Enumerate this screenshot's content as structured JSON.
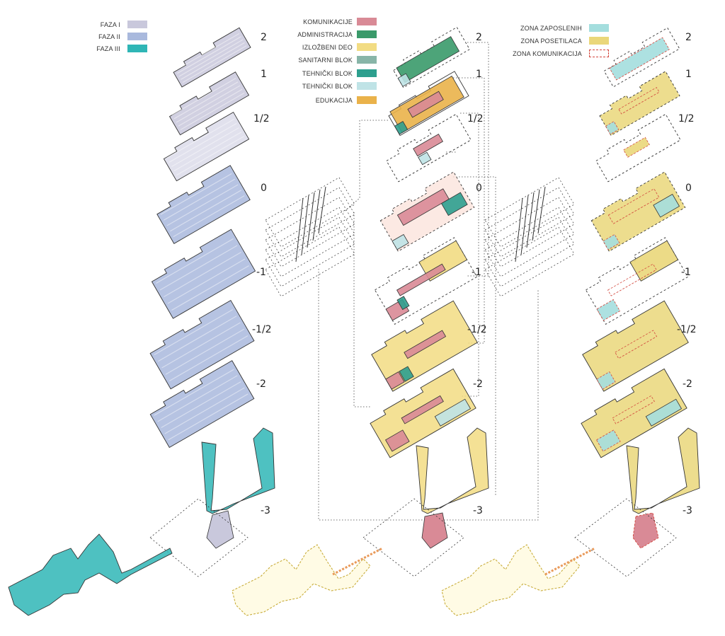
{
  "legends": {
    "phases": [
      {
        "label": "FAZA I",
        "color": "#c9c8dc"
      },
      {
        "label": "FAZA II",
        "color": "#a9b9dd"
      },
      {
        "label": "FAZA III",
        "color": "#2fb6b6"
      }
    ],
    "functions": [
      {
        "label": "KOMUNIKACIJE",
        "color": "#d98a96"
      },
      {
        "label": "ADMINISTRACIJA",
        "color": "#3a9a6a"
      },
      {
        "label": "IZLOŽBENI DEO",
        "color": "#f2dc83"
      },
      {
        "label": "SANITARNI BLOK",
        "color": "#88b5a8"
      },
      {
        "label": "TEHNIČKI BLOK",
        "color": "#2d9f8e"
      },
      {
        "label": "TEHNIČKI BLOK",
        "color": "#bfe3e6"
      },
      {
        "label": "EDUKACIJA",
        "color": "#eab24a"
      }
    ],
    "zones": [
      {
        "label": "ZONA ZAPOSLENIH",
        "color": "#a4dede",
        "style": "fill"
      },
      {
        "label": "ZONA POSETILACA",
        "color": "#ead77a",
        "style": "fill"
      },
      {
        "label": "ZONA KOMUNIKACIJA",
        "color": "#d2463c",
        "style": "dashed"
      }
    ]
  },
  "levels": {
    "left": [
      "2",
      "1",
      "1/2",
      "0",
      "-1",
      "-1/2",
      "-2",
      "-3"
    ],
    "middle": [
      "2",
      "1",
      "1/2",
      "0",
      "-1",
      "-1/2",
      "-2",
      "-3"
    ],
    "right": [
      "2",
      "1",
      "1/2",
      "0",
      "-1",
      "-1/2",
      "-2",
      "-3"
    ]
  },
  "colors": {
    "phase1": "#c9c8dc",
    "phase2": "#a9b9dd",
    "phase3": "#2fb6b6",
    "exhibition": "#f2dc83",
    "communication": "#d98a96",
    "administration": "#3a9a6a",
    "education": "#eab24a",
    "technical": "#2d9f8e",
    "technical_light": "#bfe3e6",
    "sanitary": "#88b5a8",
    "staff_zone": "#a4dede",
    "visitor_zone": "#ead77a",
    "comm_zone_outline": "#d2463c",
    "outline": "#333333",
    "dotted_link": "#444444"
  }
}
